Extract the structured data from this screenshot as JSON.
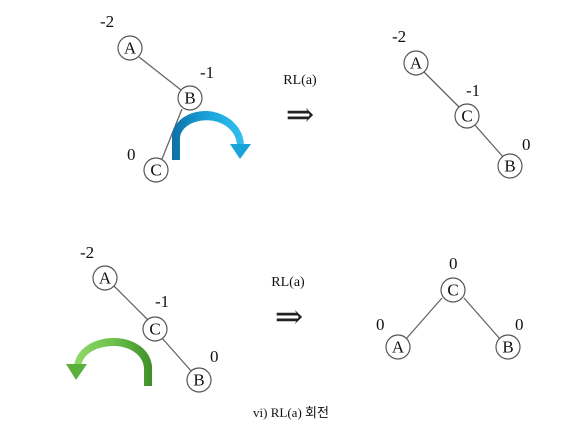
{
  "panels": [
    {
      "before": {
        "nodes": [
          {
            "id": "A",
            "label": "A",
            "bf": "-2"
          },
          {
            "id": "B",
            "label": "B",
            "bf": "-1"
          },
          {
            "id": "C",
            "label": "C",
            "bf": "0"
          }
        ]
      },
      "operation": "RL(a)",
      "implies_symbol": "⇒",
      "rotation_arrow_color": "#1aa3d9",
      "after": {
        "nodes": [
          {
            "id": "A",
            "label": "A",
            "bf": "-2"
          },
          {
            "id": "C",
            "label": "C",
            "bf": "-1"
          },
          {
            "id": "B",
            "label": "B",
            "bf": "0"
          }
        ]
      }
    },
    {
      "before": {
        "nodes": [
          {
            "id": "A",
            "label": "A",
            "bf": "-2"
          },
          {
            "id": "C",
            "label": "C",
            "bf": "-1"
          },
          {
            "id": "B",
            "label": "B",
            "bf": "0"
          }
        ]
      },
      "operation": "RL(a)",
      "implies_symbol": "⇒",
      "rotation_arrow_color": "#6cc24a",
      "after": {
        "nodes": [
          {
            "id": "C",
            "label": "C",
            "bf": "0"
          },
          {
            "id": "A",
            "label": "A",
            "bf": "0"
          },
          {
            "id": "B",
            "label": "B",
            "bf": "0"
          }
        ]
      }
    }
  ],
  "caption": "vi) RL(a) 회전"
}
